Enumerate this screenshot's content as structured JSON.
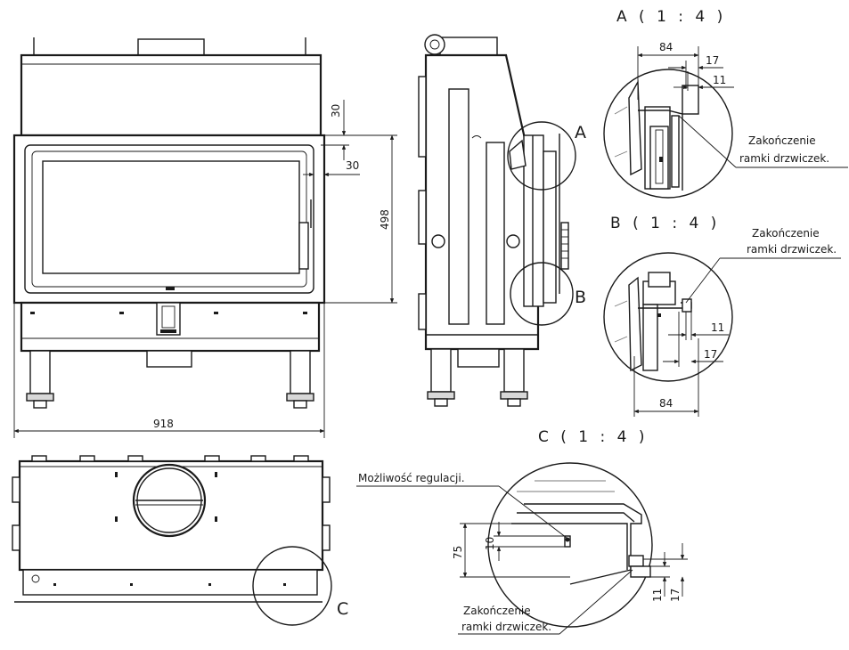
{
  "views": {
    "detail_a_title": "A ( 1 : 4 )",
    "detail_b_title": "B ( 1 : 4 )",
    "detail_c_title": "C ( 1 : 4 )",
    "marker_a": "A",
    "marker_b": "B",
    "marker_c": "C"
  },
  "dimensions": {
    "overall_width": "918",
    "glass_height": "498",
    "frame_top": "30",
    "frame_side": "30",
    "a_width": "84",
    "a_offset_17": "17",
    "a_offset_11": "11",
    "b_offset_11": "11",
    "b_offset_17": "17",
    "b_width": "84",
    "c_height_75": "75",
    "c_height_10": "10",
    "c_offset_11": "11",
    "c_offset_17": "17"
  },
  "notes": {
    "a_end_line1": "Zakończenie",
    "a_end_line2": "ramki drzwiczek.",
    "b_end_line1": "Zakończenie",
    "b_end_line2": "ramki drzwiczek.",
    "c_adjust": "Możliwość regulacji.",
    "c_end_line1": "Zakończenie",
    "c_end_line2": "ramki drzwiczek."
  }
}
